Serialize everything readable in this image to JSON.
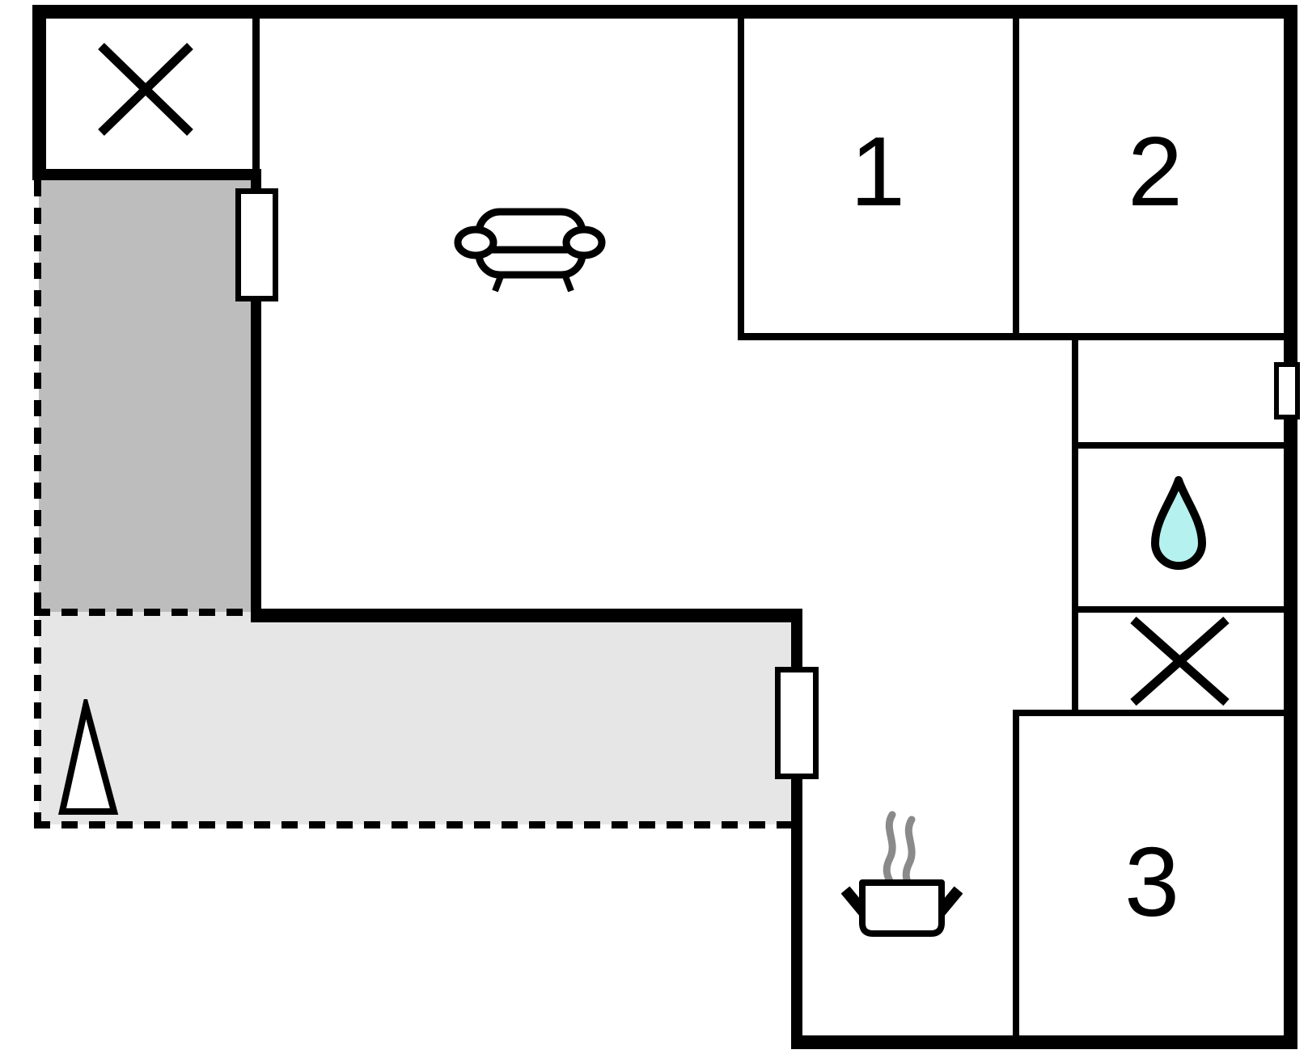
{
  "plan": {
    "name": "holiday-home-floor-plan",
    "rooms": [
      {
        "label": "1"
      },
      {
        "label": "2"
      },
      {
        "label": "3"
      }
    ],
    "icons": {
      "crossed_out_area": "large X cross (two diagonal lines) marking non-living / stair area",
      "sofa": "outlined sofa seen from front with oval armrests and two legs",
      "water_drop": "teardrop shape filled light cyan marking bathroom",
      "cooking_pot": "outlined pot with side handles and two steam squiggles marking kitchen",
      "terrace_triangle": "white upright narrow triangle marker on terrace"
    },
    "colors": {
      "wall": "#000000",
      "background": "#ffffff",
      "window_fill": "#ffffff",
      "terrace_covered": "#bdbdbd",
      "terrace_open": "#e6e6e6",
      "water_drop_fill": "#b5f1ef",
      "steam": "#8a8a8a"
    }
  }
}
